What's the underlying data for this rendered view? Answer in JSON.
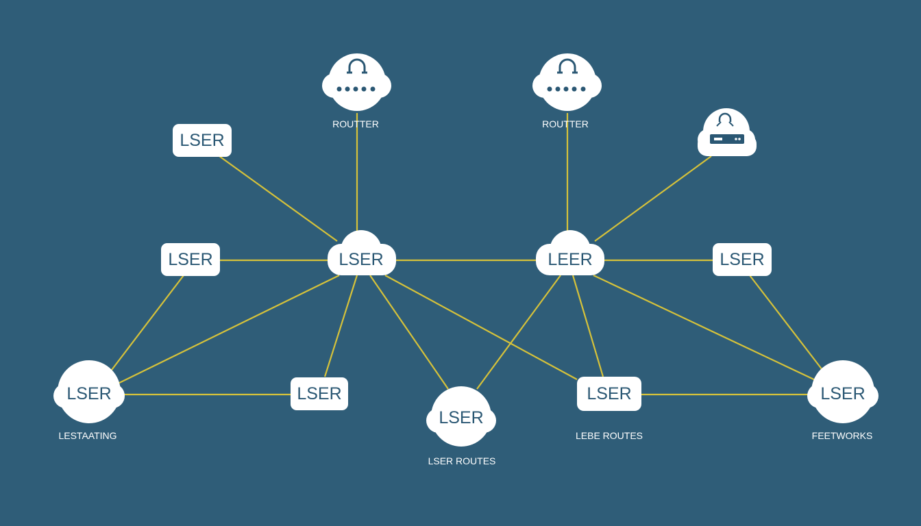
{
  "colors": {
    "background": "#2f5d78",
    "edge": "#d6c23a",
    "node_fill": "#ffffff",
    "node_text": "#2a5773"
  },
  "nodes": {
    "router_left": {
      "icon": "router-icon"
    },
    "router_right": {
      "icon": "router-icon"
    },
    "modem": {
      "icon": "modem-icon"
    },
    "user_top": {
      "label": "LSER"
    },
    "user_left": {
      "label": "LSER"
    },
    "hub_left": {
      "label": "LSER"
    },
    "hub_right": {
      "label": "LEER"
    },
    "user_right": {
      "label": "LSER"
    },
    "bottom_1": {
      "label": "LSER"
    },
    "bottom_2": {
      "label": "LSER"
    },
    "bottom_3": {
      "label": "LSER"
    },
    "bottom_4": {
      "label": "LSER"
    },
    "bottom_5": {
      "label": "LSER"
    }
  },
  "captions": {
    "router_left": "ROUTTER",
    "router_right": "ROUTTER",
    "bottom_1": "LESTAATING",
    "bottom_3": "LSER ROUTES",
    "bottom_4": "LEBE ROUTES",
    "bottom_5": "FEETWORKS"
  }
}
